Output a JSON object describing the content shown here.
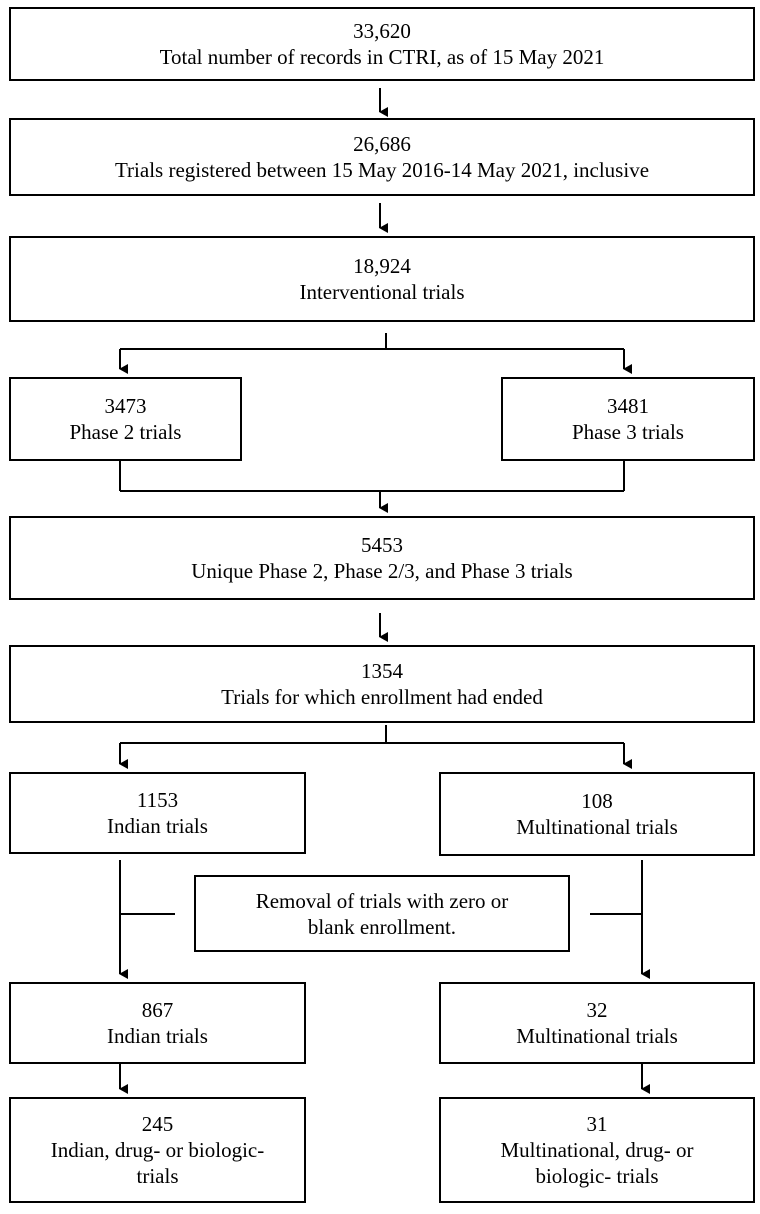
{
  "boxes": {
    "total_records": {
      "count": "33,620",
      "label": "Total number of records in CTRI, as of 15 May 2021"
    },
    "registered_window": {
      "count": "26,686",
      "label": "Trials registered between 15 May 2016-14 May 2021, inclusive"
    },
    "interventional": {
      "count": "18,924",
      "label": "Interventional trials"
    },
    "phase2": {
      "count": "3473",
      "label": "Phase 2 trials"
    },
    "phase3": {
      "count": "3481",
      "label": "Phase 3 trials"
    },
    "unique_phases": {
      "count": "5453",
      "label": "Unique Phase 2, Phase 2/3, and Phase 3 trials"
    },
    "enrollment_ended": {
      "count": "1354",
      "label": "Trials for which enrollment had ended"
    },
    "indian_1": {
      "count": "1153",
      "label": "Indian trials"
    },
    "multinational_1": {
      "count": "108",
      "label": "Multinational trials"
    },
    "removal": {
      "line1": "Removal of trials with zero or",
      "line2": "blank enrollment."
    },
    "indian_2": {
      "count": "867",
      "label": "Indian trials"
    },
    "multinational_2": {
      "count": "32",
      "label": "Multinational trials"
    },
    "indian_final": {
      "count": "245",
      "line1": "Indian, drug- or biologic-",
      "line2": "trials"
    },
    "multinational_final": {
      "count": "31",
      "line1": "Multinational, drug- or",
      "line2": "biologic- trials"
    }
  },
  "colors": {
    "stroke": "#000000",
    "background": "#ffffff"
  }
}
